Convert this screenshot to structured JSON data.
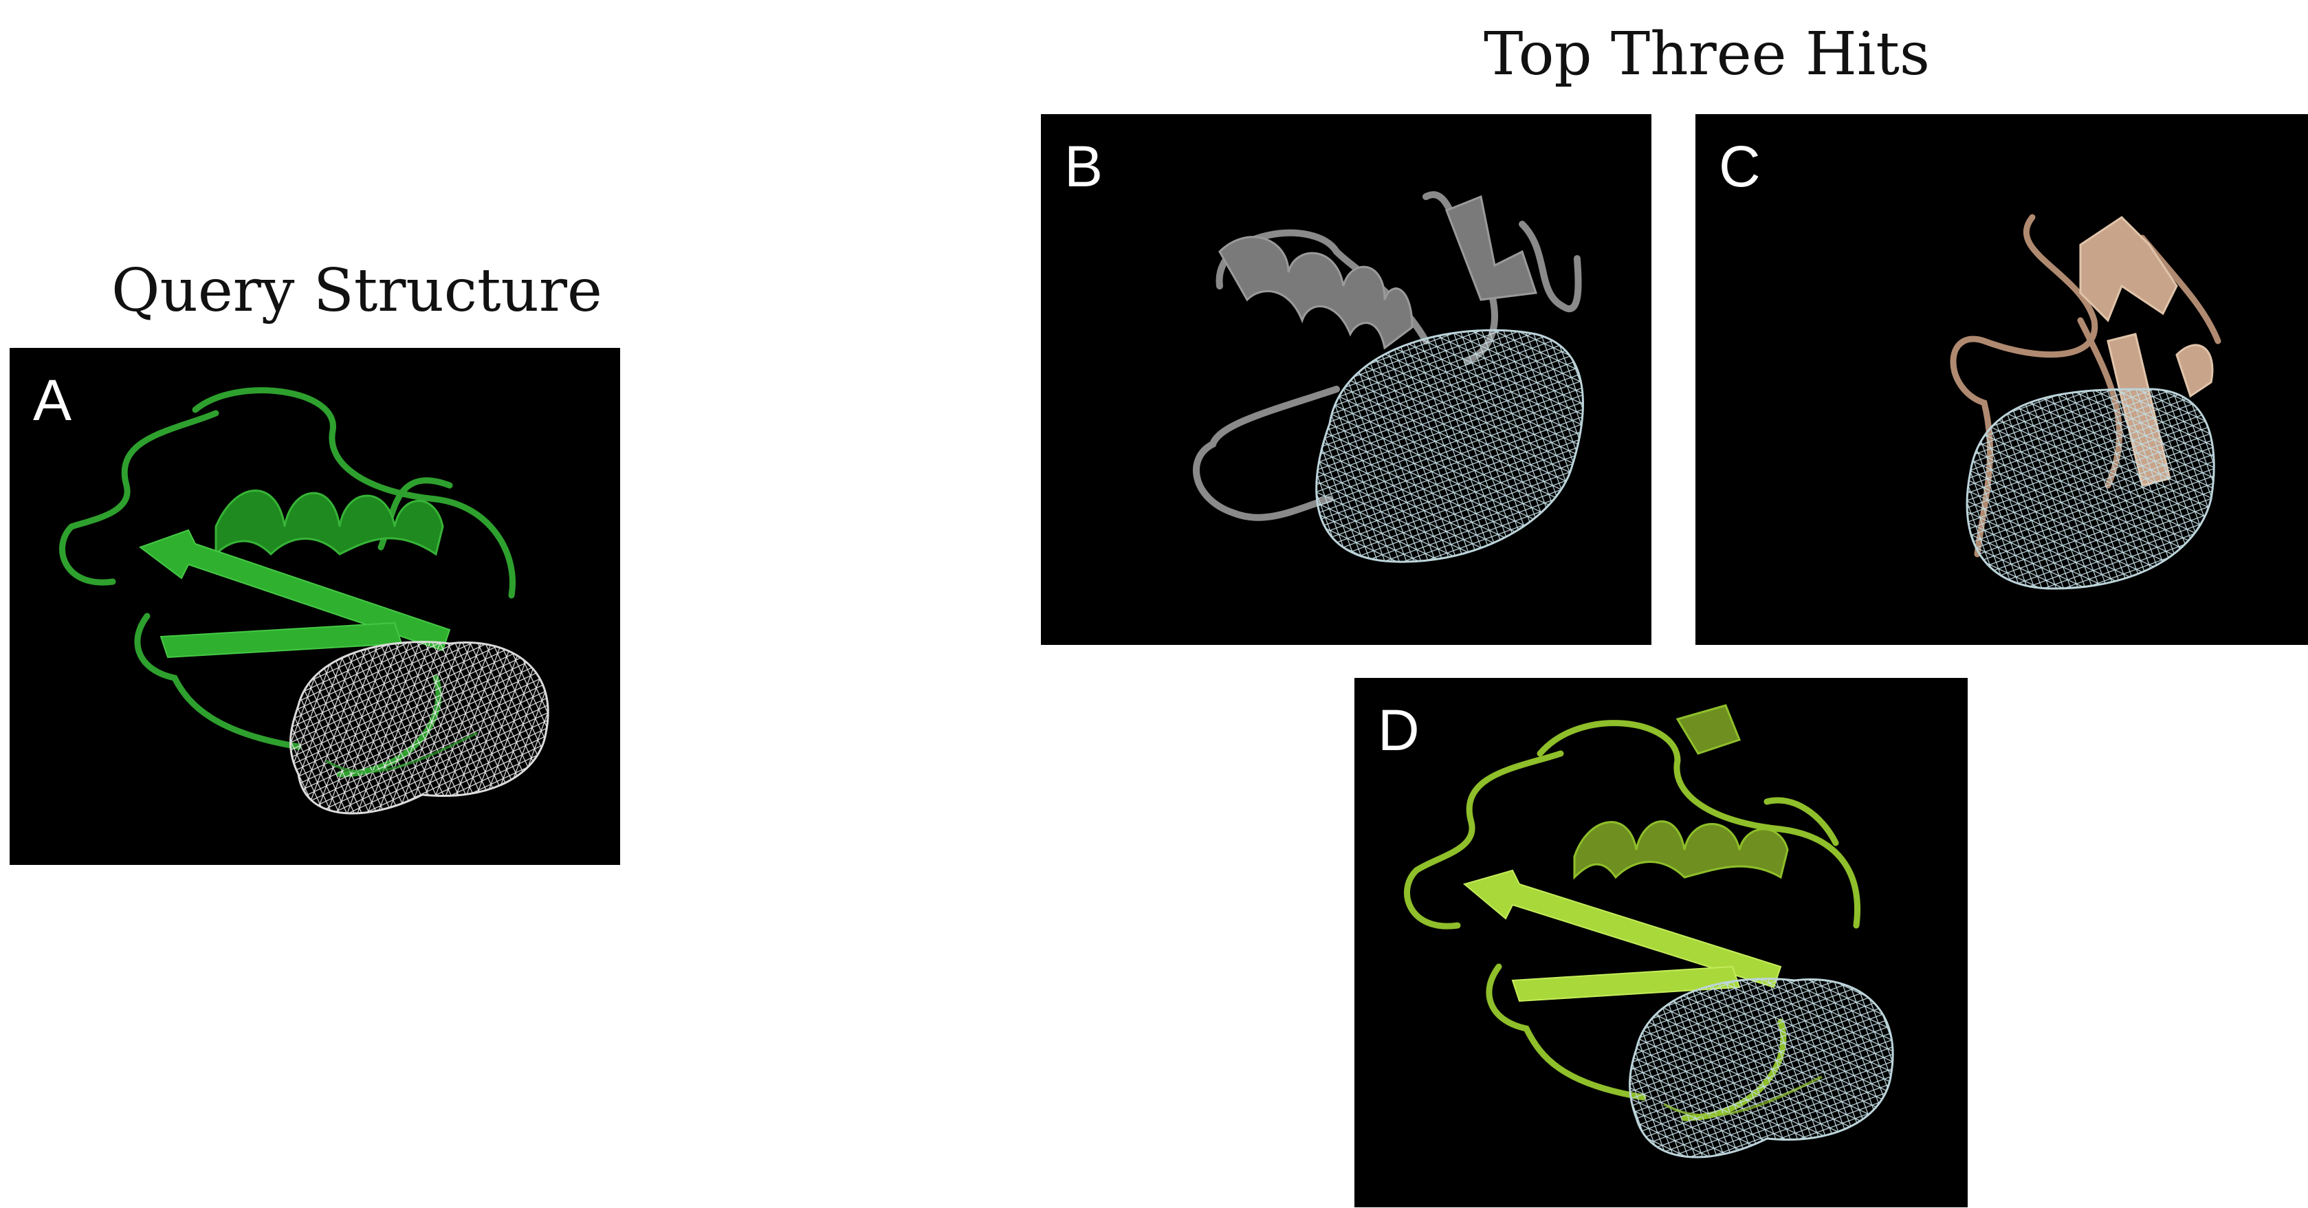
{
  "headings": {
    "query": "Query Structure",
    "hits": "Top Three Hits"
  },
  "panels": [
    {
      "label": "A",
      "protein_color": "#2ea02e",
      "mesh_color": "#e6e6e6"
    },
    {
      "label": "B",
      "protein_color": "#8a8a8a",
      "mesh_color": "#bfd6dc"
    },
    {
      "label": "C",
      "protein_color": "#c8a48a",
      "mesh_color": "#bfd6dc"
    },
    {
      "label": "D",
      "protein_color": "#8fbf2a",
      "mesh_color": "#bfd6dc"
    }
  ]
}
